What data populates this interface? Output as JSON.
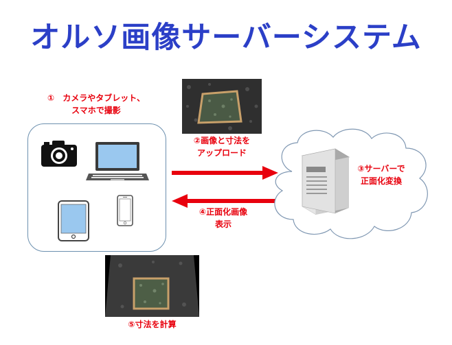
{
  "title": "オルソ画像サーバーシステム",
  "colors": {
    "title": "#2b3fc7",
    "label": "#e8000d",
    "arrow_send": "#e8000d",
    "arrow_return": "#e8000d",
    "device_box_border": "#6b8fae",
    "cloud_border": "#7f97b2",
    "screen_fill": "#9ac8ef"
  },
  "steps": {
    "capture": {
      "line1": "①　カメラやタブレット、",
      "line2": "スマホで撮影"
    },
    "upload": {
      "line1": "②画像と寸法を",
      "line2": "アップロード"
    },
    "server": {
      "line1": "③サーバーで",
      "line2": "正面化変換"
    },
    "display": {
      "line1": "④正面化画像",
      "line2": "表示"
    },
    "measure": {
      "line1": "⑤寸法を計算"
    }
  },
  "icons": [
    "camera-icon",
    "laptop-icon",
    "tablet-icon",
    "smartphone-icon",
    "server-icon",
    "cloud-shape"
  ]
}
